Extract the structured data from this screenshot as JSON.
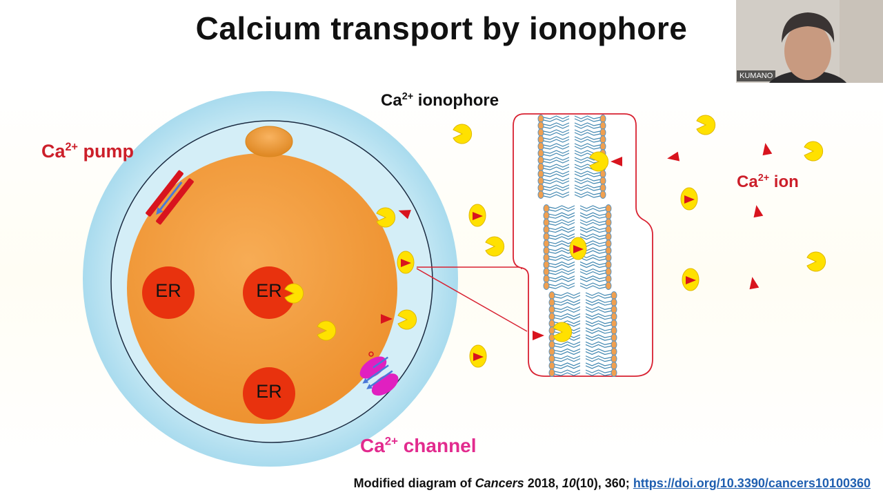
{
  "title": "Calcium transport by ionophore",
  "labels": {
    "ionophore_prefix": "Ca",
    "ionophore_sup": "2+",
    "ionophore_suffix": " ionophore",
    "pump_prefix": "Ca",
    "pump_sup": "2+",
    "pump_suffix": " pump",
    "ion_prefix": "Ca",
    "ion_sup": "2+",
    "ion_suffix": " ion",
    "channel_prefix": "Ca",
    "channel_sup": "2+",
    "channel_suffix": " channel",
    "er": "ER"
  },
  "citation": {
    "prefix": "Modified diagram of ",
    "journal": "Cancers",
    "year_text": " 2018, ",
    "volume": "10",
    "issue_pages": "(10), 360; ",
    "link": "https://doi.org/10.3390/cancers10100360"
  },
  "video": {
    "participant_name": "KUMANO"
  },
  "colors": {
    "ion": "#d8141e",
    "ionophore": "#ffe100",
    "cell_body": "#f4a040",
    "outer_membrane": "#bfe6f2",
    "er": "#e8320e",
    "pump": "#d8141e",
    "channel": "#e020c0",
    "callout_border": "#d82030"
  }
}
